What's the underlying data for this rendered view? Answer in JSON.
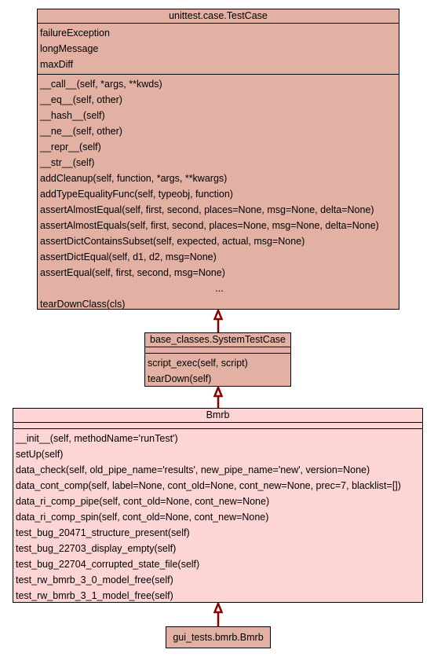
{
  "testcase": {
    "title": "unittest.case.TestCase",
    "attributes": [
      "failureException",
      "longMessage",
      "maxDiff"
    ],
    "methods": [
      "__call__(self, *args, **kwds)",
      "__eq__(self, other)",
      "__hash__(self)",
      "__ne__(self, other)",
      "__repr__(self)",
      "__str__(self)",
      "addCleanup(self, function, *args, **kwargs)",
      "addTypeEqualityFunc(self, typeobj, function)",
      "assertAlmostEqual(self, first, second, places=None, msg=None, delta=None)",
      "assertAlmostEquals(self, first, second, places=None, msg=None, delta=None)",
      "assertDictContainsSubset(self, expected, actual, msg=None)",
      "assertDictEqual(self, d1, d2, msg=None)",
      "assertEqual(self, first, second, msg=None)"
    ],
    "ellipsis": "...",
    "last_method": "tearDownClass(cls)"
  },
  "system": {
    "title": "base_classes.SystemTestCase",
    "methods": [
      "script_exec(self, script)",
      "tearDown(self)"
    ]
  },
  "bmrb": {
    "title": "Bmrb",
    "methods": [
      "__init__(self, methodName='runTest')",
      "setUp(self)",
      "data_check(self, old_pipe_name='results', new_pipe_name='new', version=None)",
      "data_cont_comp(self, label=None, cont_old=None, cont_new=None, prec=7, blacklist=[])",
      "data_ri_comp_pipe(self, cont_old=None, cont_new=None)",
      "data_ri_comp_spin(self, cont_old=None, cont_new=None)",
      "test_bug_20471_structure_present(self)",
      "test_bug_22703_display_empty(self)",
      "test_bug_22704_corrupted_state_file(self)",
      "test_rw_bmrb_3_0_model_free(self)",
      "test_rw_bmrb_3_1_model_free(self)"
    ]
  },
  "leaf": {
    "title": "gui_tests.bmrb.Bmrb"
  },
  "colors": {
    "dark_fill": "#e3b1a3",
    "light_fill": "#fdd5d5",
    "arrow": "#8b0000"
  }
}
